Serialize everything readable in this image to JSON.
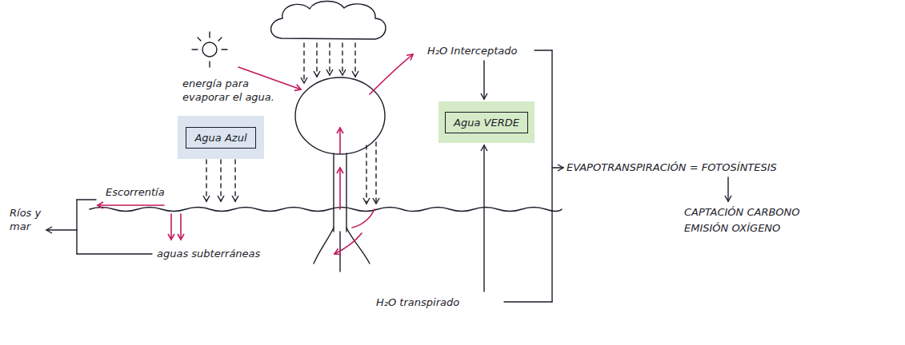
{
  "diagram": {
    "nodes": [
      {
        "text": [
          "Agua Azul"
        ]
      },
      {
        "text": [
          "Agua VERDE"
        ]
      }
    ],
    "labels": [
      "energía para evaporar el agua.",
      "H₂O Interceptado",
      "H₂O transpirado",
      "EVAPOTRANSPIRACIÓN = FOTOSÍNTESIS",
      "CAPTACIÓN CARBONO",
      "EMISIÓN OXÍGENO",
      "Escorrentía",
      "Ríos y mar",
      "aguas subterráneas"
    ]
  }
}
